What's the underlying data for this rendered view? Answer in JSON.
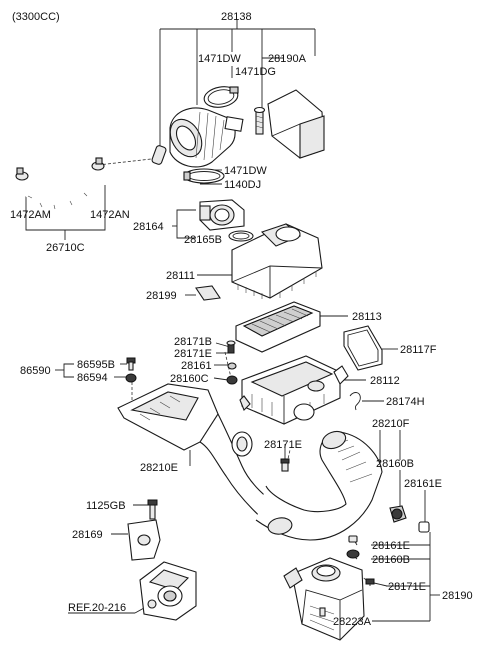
{
  "engine_note": "(3300CC)",
  "labels": {
    "p28138": "28138",
    "p1471DW_a": "1471DW",
    "p1471DG": "1471DG",
    "p28190A": "28190A",
    "p1471DW_b": "1471DW",
    "p1140DJ": "1140DJ",
    "p1472AM": "1472AM",
    "p1472AN": "1472AN",
    "p26710C": "26710C",
    "p28164": "28164",
    "p28165B": "28165B",
    "p28111": "28111",
    "p28199": "28199",
    "p28113": "28113",
    "p28117F": "28117F",
    "p28171B": "28171B",
    "p28171E_a": "28171E",
    "p28161_a": "28161",
    "p28160C": "28160C",
    "p28112": "28112",
    "p28174H": "28174H",
    "p86590": "86590",
    "p86595B": "86595B",
    "p86594": "86594",
    "p28210E": "28210E",
    "p28210F": "28210F",
    "p28171E_b": "28171E",
    "p28160B_a": "28160B",
    "p28161E_a": "28161E",
    "p1125GB": "1125GB",
    "p28169": "28169",
    "p28161E_b": "28161E",
    "p28160B_b": "28160B",
    "p28171E_c": "28171E",
    "p28190": "28190",
    "ref": "REF.20-216",
    "p28223A": "28223A"
  }
}
